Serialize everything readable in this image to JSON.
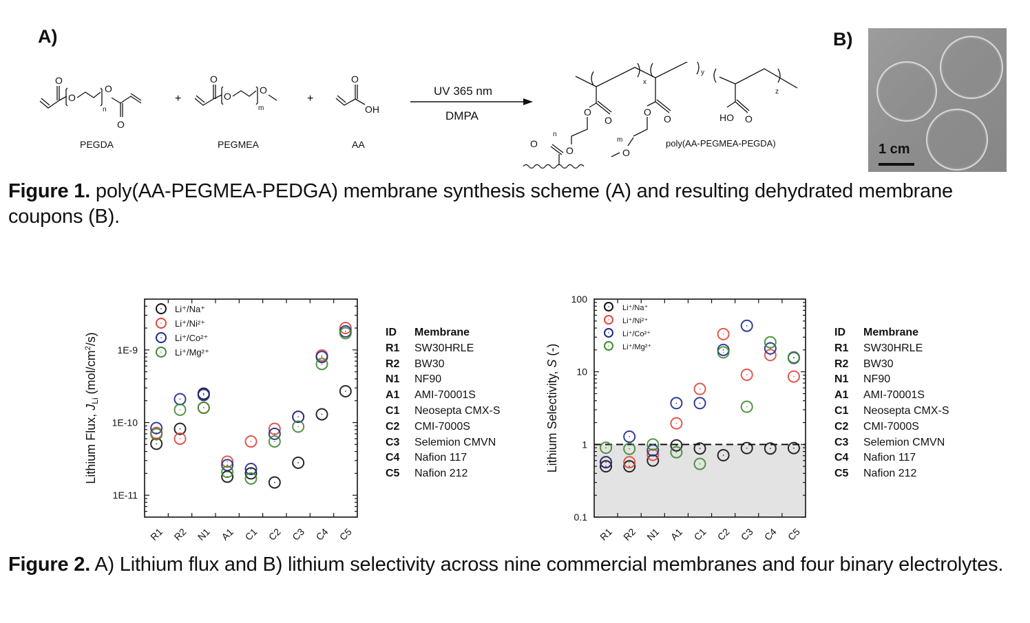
{
  "figure1": {
    "panel_a_label": "A)",
    "panel_b_label": "B)",
    "reactants": [
      {
        "name": "PEGDA",
        "subscript": "n"
      },
      {
        "name": "PEGMEA",
        "subscript": "m"
      },
      {
        "name": "AA",
        "group": "OH"
      }
    ],
    "plus_sign": "+",
    "reaction_conditions": {
      "above_arrow": "UV 365 nm",
      "below_arrow": "DMPA"
    },
    "product": {
      "name": "poly(AA-PEGMEA-PEGDA)",
      "subscripts": [
        "x",
        "y",
        "z"
      ],
      "side_labels": {
        "n": "n",
        "m": "m",
        "ho": "HO",
        "o": "O"
      }
    },
    "photo": {
      "scale_bar_label": "1 cm",
      "coupon_count": 3
    },
    "caption": {
      "label": "Figure 1.",
      "text": " poly(AA-PEGMEA-PEDGA) membrane synthesis scheme (A) and resulting dehydrated membrane coupons (B)."
    }
  },
  "legend": [
    {
      "label": "Li⁺/Na⁺",
      "color": "#111111"
    },
    {
      "label": "Li⁺/Ni²⁺",
      "color": "#e0463a"
    },
    {
      "label": "Li⁺/Co²⁺",
      "color": "#1a2a8c"
    },
    {
      "label": "Li⁺/Mg²⁺",
      "color": "#3f8a2f"
    }
  ],
  "membrane_table": {
    "headers": [
      "ID",
      "Membrane"
    ],
    "rows": [
      [
        "R1",
        "SW30HRLE"
      ],
      [
        "R2",
        "BW30"
      ],
      [
        "N1",
        "NF90"
      ],
      [
        "A1",
        "AMI-70001S"
      ],
      [
        "C1",
        "Neosepta CMX-S"
      ],
      [
        "C2",
        "CMI-7000S"
      ],
      [
        "C3",
        "Selemion CMVN"
      ],
      [
        "C4",
        "Nafion 117"
      ],
      [
        "C5",
        "Nafion 212"
      ]
    ]
  },
  "chart_data": [
    {
      "type": "scatter",
      "title": "",
      "xlabel": "",
      "ylabel": "Lithium Flux, J_Li (mol/cm²/s)",
      "ylabel_parts": {
        "main": "Lithium Flux, ",
        "italic": "J",
        "sub": "Li",
        "units_pre": " (mol/cm",
        "sup": "2",
        "units_post": "/s)"
      },
      "yscale": "log",
      "ylim": [
        5e-12,
        5e-09
      ],
      "yticks": [
        1e-11,
        1e-10,
        1e-09
      ],
      "ytick_labels": [
        "1E-11",
        "1E-10",
        "1E-9"
      ],
      "categories": [
        "R1",
        "R2",
        "N1",
        "A1",
        "C1",
        "C2",
        "C3",
        "C4",
        "C5"
      ],
      "legend_position": "top-left",
      "grid": false,
      "series": [
        {
          "name": "Li⁺/Na⁺",
          "color": "#111111",
          "values": [
            5.1e-11,
            8.2e-11,
            2.5e-10,
            1.8e-11,
            2e-11,
            1.5e-11,
            2.8e-11,
            1.3e-10,
            2.7e-10
          ]
        },
        {
          "name": "Li⁺/Ni²⁺",
          "color": "#e0463a",
          "values": [
            7.2e-11,
            6e-11,
            1.6e-10,
            2.9e-11,
            5.5e-11,
            8.2e-11,
            1.2e-10,
            8.4e-10,
            2e-09
          ]
        },
        {
          "name": "Li⁺/Co²⁺",
          "color": "#1a2a8c",
          "values": [
            8.4e-11,
            2.1e-10,
            2.4e-10,
            2.6e-11,
            2.3e-11,
            7e-11,
            1.2e-10,
            8e-10,
            1.8e-09
          ]
        },
        {
          "name": "Li⁺/Mg²⁺",
          "color": "#3f8a2f",
          "values": [
            6.9e-11,
            1.5e-10,
            1.6e-10,
            2.1e-11,
            1.7e-11,
            5.5e-11,
            8.8e-11,
            6.4e-10,
            1.7e-09
          ]
        }
      ]
    },
    {
      "type": "scatter",
      "title": "",
      "xlabel": "",
      "ylabel": "Lithium Selectivity, S (-)",
      "ylabel_parts": {
        "main": "Lithium Selectivity, ",
        "italic": "S",
        "post": " (-)"
      },
      "yscale": "log",
      "ylim": [
        0.1,
        100
      ],
      "yticks": [
        0.1,
        1,
        10,
        100
      ],
      "ytick_labels": [
        "0.1",
        "1",
        "10",
        "100"
      ],
      "categories": [
        "R1",
        "R2",
        "N1",
        "A1",
        "C1",
        "C2",
        "C3",
        "C4",
        "C5"
      ],
      "legend_position": "top-left",
      "grid": false,
      "reference_line": {
        "y": 1,
        "style": "dashed",
        "shaded_below": true
      },
      "series": [
        {
          "name": "Li⁺/Na⁺",
          "color": "#111111",
          "values": [
            0.5,
            0.5,
            0.6,
            0.97,
            0.88,
            0.71,
            0.89,
            0.88,
            0.89
          ]
        },
        {
          "name": "Li⁺/Ni²⁺",
          "color": "#e0463a",
          "values": [
            0.57,
            0.57,
            0.72,
            1.95,
            5.8,
            33,
            9.1,
            17,
            8.6
          ]
        },
        {
          "name": "Li⁺/Co²⁺",
          "color": "#1a2a8c",
          "values": [
            0.57,
            1.28,
            0.83,
            3.7,
            3.7,
            20,
            43,
            21,
            15.5
          ]
        },
        {
          "name": "Li⁺/Mg²⁺",
          "color": "#3f8a2f",
          "values": [
            0.9,
            0.87,
            1.0,
            0.78,
            0.54,
            18.5,
            3.3,
            25.5,
            15.8
          ]
        }
      ]
    }
  ],
  "figure2": {
    "caption": {
      "label": "Figure 2.",
      "text": " A) Lithium flux and B) lithium selectivity across nine commercial membranes and four binary electrolytes."
    }
  }
}
